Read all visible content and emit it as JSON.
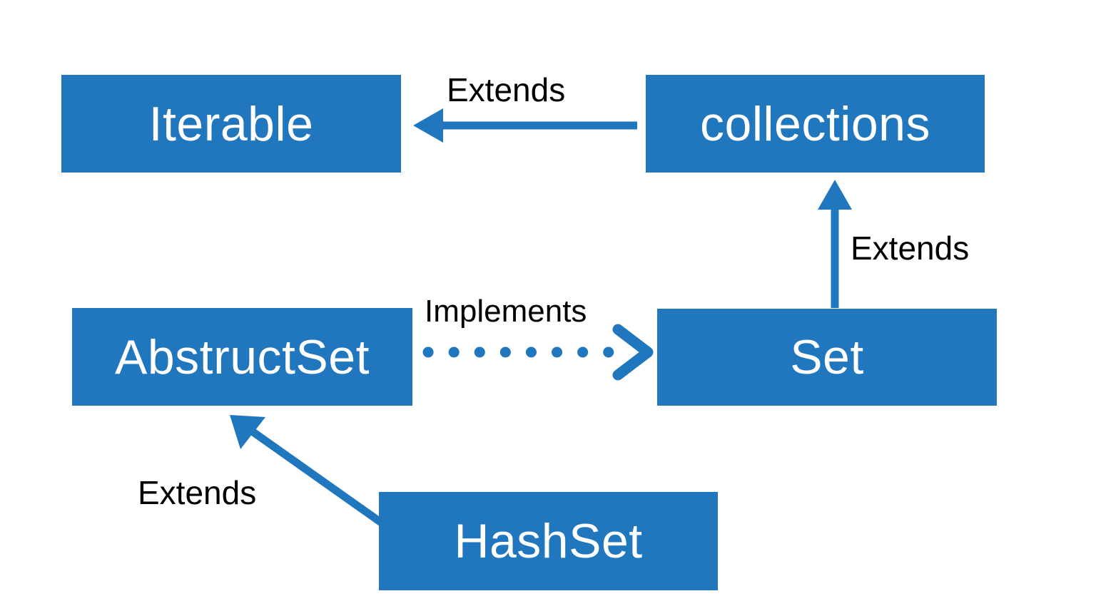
{
  "diagram": {
    "type": "uml-class-hierarchy",
    "background_color": "#ffffff",
    "node_fill_color": "#2077bd",
    "node_text_color": "#ffffff",
    "edge_color": "#2077bd",
    "edge_label_color": "#000000",
    "nodes": [
      {
        "id": "iterable",
        "label": "Iterable"
      },
      {
        "id": "collections",
        "label": "collections"
      },
      {
        "id": "abstructset",
        "label": "AbstructSet"
      },
      {
        "id": "set",
        "label": "Set"
      },
      {
        "id": "hashset",
        "label": "HashSet"
      }
    ],
    "edges": [
      {
        "id": "collections-iterable",
        "label": "Extends",
        "from": "collections",
        "to": "iterable",
        "style": "solid",
        "arrowhead": "filled-triangle",
        "direction": "left"
      },
      {
        "id": "set-collections",
        "label": "Extends",
        "from": "set",
        "to": "collections",
        "style": "solid",
        "arrowhead": "filled-triangle",
        "direction": "up"
      },
      {
        "id": "abstructset-set",
        "label": "Implements",
        "from": "abstructset",
        "to": "set",
        "style": "dotted",
        "arrowhead": "open-chevron",
        "direction": "right"
      },
      {
        "id": "hashset-abstructset",
        "label": "Extends",
        "from": "hashset",
        "to": "abstructset",
        "style": "solid",
        "arrowhead": "filled-triangle",
        "direction": "up-left"
      }
    ]
  }
}
